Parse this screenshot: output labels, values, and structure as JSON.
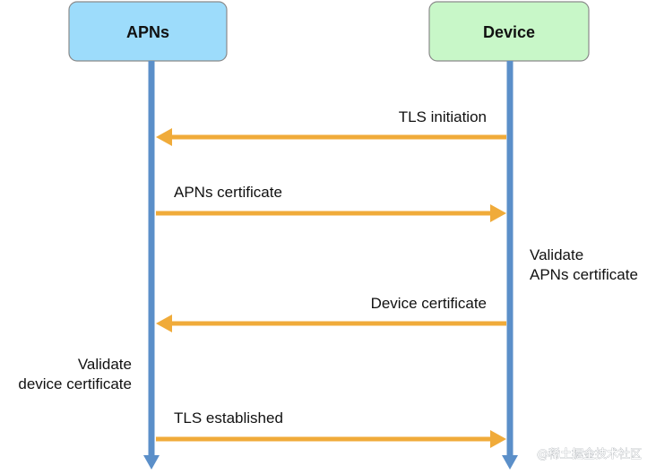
{
  "participants": {
    "left": {
      "label": "APNs",
      "fill": "#9ddcfb"
    },
    "right": {
      "label": "Device",
      "fill": "#c8f7c8"
    }
  },
  "colors": {
    "lifeline": "#5b8fc9",
    "message": "#f0ab3a",
    "box_stroke": "#8a8a8a"
  },
  "messages": [
    {
      "label": "TLS initiation",
      "from": "right",
      "to": "left"
    },
    {
      "label": "APNs certificate",
      "from": "left",
      "to": "right"
    },
    {
      "label": "Device certificate",
      "from": "right",
      "to": "left"
    },
    {
      "label": "TLS established",
      "from": "left",
      "to": "right"
    }
  ],
  "notes": {
    "device_note": {
      "line1": "Validate",
      "line2": "APNs certificate"
    },
    "apns_note": {
      "line1": "Validate",
      "line2": "device certificate"
    }
  },
  "watermark": "@稀土掘金技术社区"
}
